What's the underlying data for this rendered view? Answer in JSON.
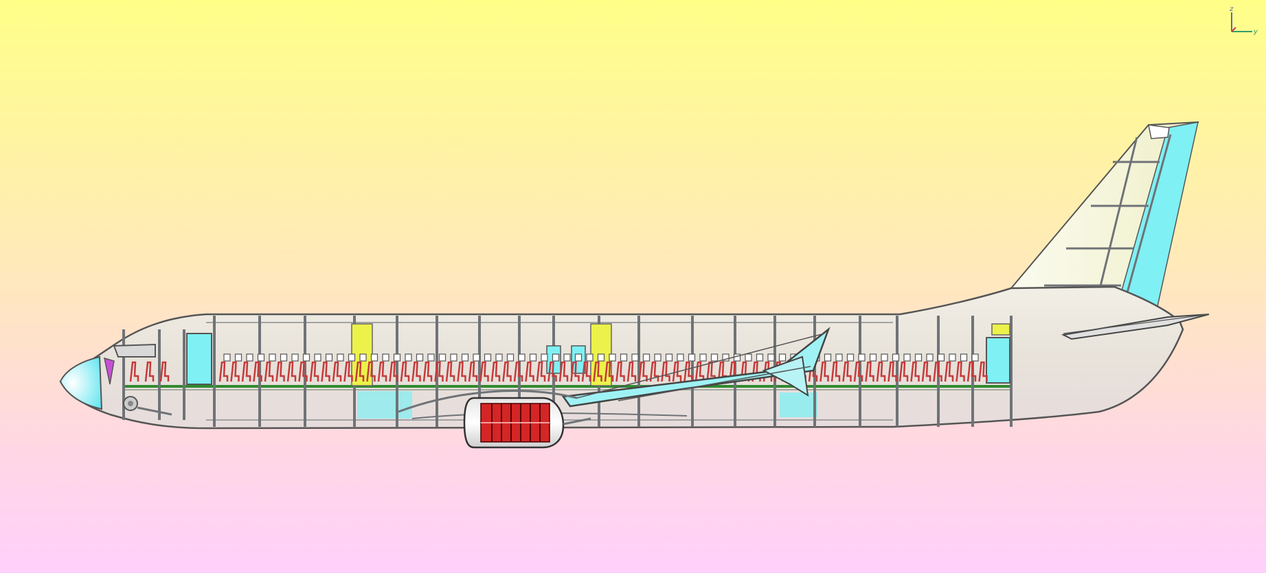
{
  "viewport": {
    "background_top": "#ffff88",
    "background_bottom": "#ffd0fb"
  },
  "axis_triad": {
    "z_label": "z",
    "y_label": "y",
    "z_color": "#5a6ab0",
    "y_color": "#2e9e6e",
    "x_color": "#d23c3c"
  },
  "model": {
    "view": "side-elevation",
    "render_style": "shaded-with-edges",
    "colors": {
      "fuselage_fill": "#e9e6e0",
      "frame_edge": "#6f7377",
      "cabin_glass": "#7ff0f4",
      "door": "#ecf249",
      "seat": "#c63a3a",
      "floor": "#2f8a2f",
      "engine_core": "#d42626",
      "cockpit_accent": "#c94fd6",
      "tail_panel": "#efefcf"
    },
    "icons": [
      "nose-cone-icon",
      "engine-fan-icon",
      "seat-icon",
      "door-icon",
      "landing-gear-icon"
    ]
  }
}
